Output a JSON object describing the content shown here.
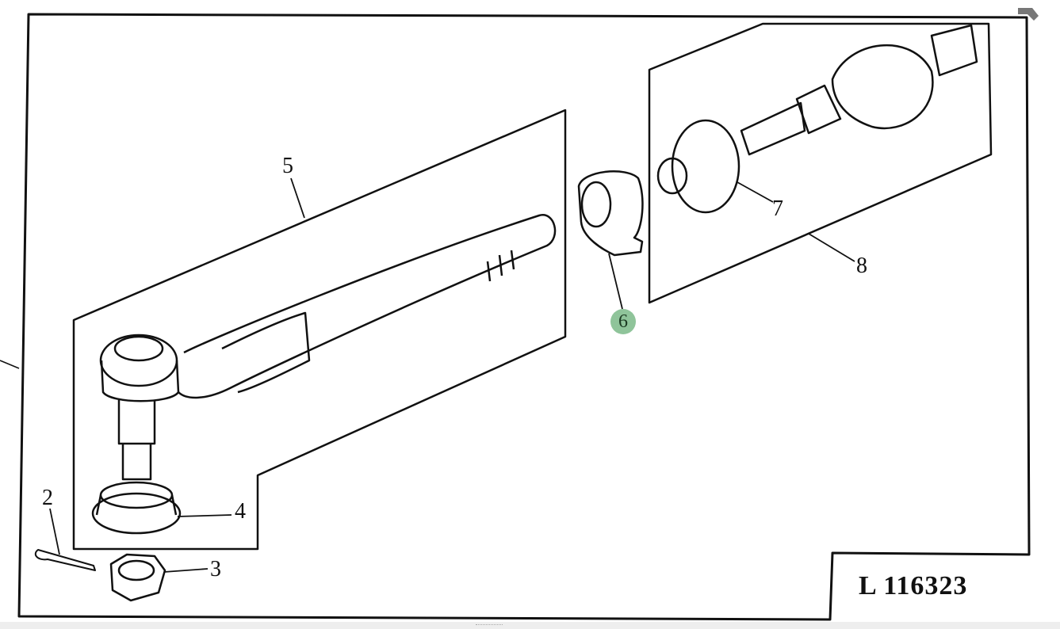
{
  "figure_number": "L 116323",
  "callouts": [
    {
      "label": "2"
    },
    {
      "label": "3"
    },
    {
      "label": "4"
    },
    {
      "label": "5"
    },
    {
      "label": "6",
      "highlighted": true
    },
    {
      "label": "7"
    },
    {
      "label": "8"
    }
  ],
  "colors": {
    "highlight": "#8fc49a",
    "ink": "#111111"
  }
}
